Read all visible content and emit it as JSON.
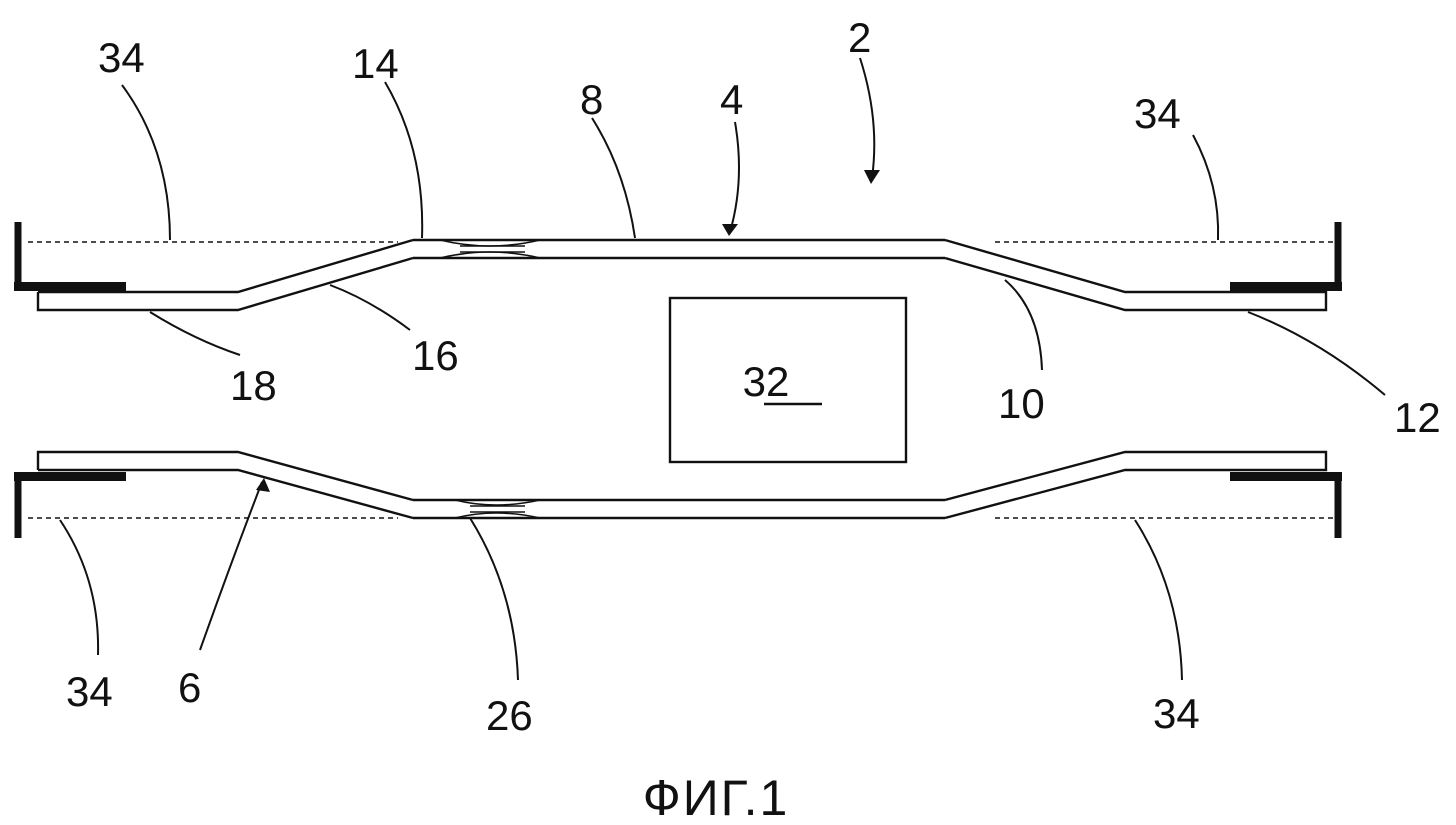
{
  "figure": {
    "caption": "ФИГ.1",
    "labels": {
      "assembly": "2",
      "upper_part": "4",
      "lower_part": "6",
      "central_wall": "8",
      "side_wall_right": "10",
      "flange_right": "12",
      "joint_upper": "14",
      "side_wall_left": "16",
      "flange_left": "18",
      "joint_lower": "26",
      "box": "32",
      "boundary": "34"
    }
  }
}
